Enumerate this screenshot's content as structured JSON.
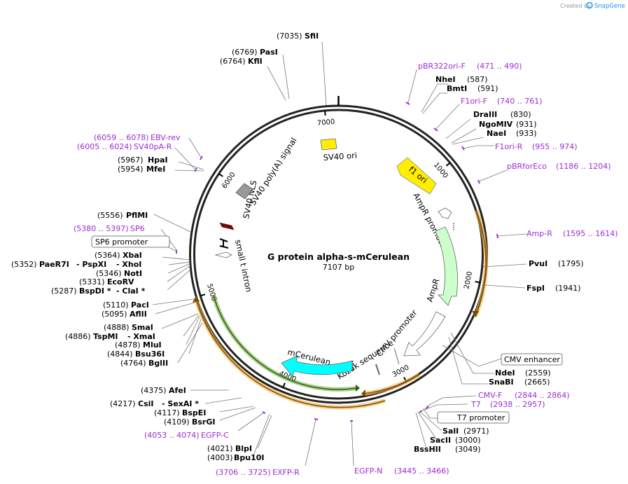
{
  "map": {
    "name": "G protein alpha-s-mCerulean",
    "length_label": "7107 bp",
    "total_bp": 7107,
    "credit_text": "Created by",
    "brand_text": "SnapGene"
  },
  "ticks": [
    {
      "bp": 1000,
      "label": "1000"
    },
    {
      "bp": 2000,
      "label": "2000"
    },
    {
      "bp": 3000,
      "label": "3000"
    },
    {
      "bp": 4000,
      "label": "4000"
    },
    {
      "bp": 5000,
      "label": "5000"
    },
    {
      "bp": 6000,
      "label": "6000"
    },
    {
      "bp": 7000,
      "label": "7000"
    }
  ],
  "features": {
    "sv40_ori": "SV40 ori",
    "f1_ori": "f1 ori",
    "ampr_promoter": "AmpR promoter",
    "ampr": "AmpR",
    "cmv_promoter": "CMV promoter",
    "kozak": "Kozak sequence",
    "mcerulean": "mCerulean",
    "small_t_intron": "small t intron",
    "sv40_nls": "SV40 NLS",
    "sv40_polya": "SV40 poly(A) signal"
  },
  "boxed_labels": {
    "sp6_promoter": "SP6 promoter",
    "cmv_enhancer": "CMV enhancer",
    "t7_promoter": "T7 promoter"
  },
  "sites": {
    "sfii": {
      "name": "SfiI",
      "pos": "(7035)"
    },
    "pasi": {
      "name": "PasI",
      "pos": "(6769)"
    },
    "kfli": {
      "name": "KflI",
      "pos": "(6764)"
    },
    "nhei": {
      "name": "NheI",
      "pos": "(587)"
    },
    "bmti": {
      "name": "BmtI",
      "pos": "(591)"
    },
    "draiii": {
      "name": "DraIII",
      "pos": "(830)"
    },
    "ngomiv": {
      "name": "NgoMIV",
      "pos": "(931)"
    },
    "naei": {
      "name": "NaeI",
      "pos": "(933)"
    },
    "pvui": {
      "name": "PvuI",
      "pos": "(1795)"
    },
    "fspi": {
      "name": "FspI",
      "pos": "(1941)"
    },
    "ndei": {
      "name": "NdeI",
      "pos": "(2559)"
    },
    "snabi": {
      "name": "SnaBI",
      "pos": "(2665)"
    },
    "sali": {
      "name": "SalI",
      "pos": "(2971)"
    },
    "sacii": {
      "name": "SacII",
      "pos": "(3000)"
    },
    "bsshii": {
      "name": "BssHII",
      "pos": "(3049)"
    },
    "blpi": {
      "name": "BlpI",
      "pos": "(4021)"
    },
    "bpu10i": {
      "name": "Bpu10I",
      "pos": "(4003)"
    },
    "bsrgi": {
      "name": "BsrGI",
      "pos": "(4109)"
    },
    "bspei": {
      "name": "BspEI",
      "pos": "(4117)"
    },
    "csii": {
      "name": "CsiI",
      "pos": "(4217)",
      "extra": "- SexAI *"
    },
    "afei": {
      "name": "AfeI",
      "pos": "(4375)"
    },
    "bglii": {
      "name": "BglII",
      "pos": "(4764)"
    },
    "bsu36i": {
      "name": "Bsu36I",
      "pos": "(4844)"
    },
    "mlui": {
      "name": "MluI",
      "pos": "(4878)"
    },
    "tspmi": {
      "name": "TspMI",
      "pos": "(4886)",
      "extra": "- XmaI"
    },
    "smai": {
      "name": "SmaI",
      "pos": "(4888)"
    },
    "aflii": {
      "name": "AflII",
      "pos": "(5095)"
    },
    "paci": {
      "name": "PacI",
      "pos": "(5110)"
    },
    "bspdi": {
      "name": "BspDI *",
      "pos": "(5287)",
      "extra": "- ClaI *"
    },
    "ecorv": {
      "name": "EcoRV",
      "pos": "(5331)"
    },
    "noti": {
      "name": "NotI",
      "pos": "(5346)"
    },
    "paer7i": {
      "name": "PaeR7I",
      "pos": "(5352)",
      "extra1": "- PspXI",
      "extra2": "- XhoI"
    },
    "xbai": {
      "name": "XbaI",
      "pos": "(5364)"
    },
    "pfimi": {
      "name": "PflMI",
      "pos": "(5556)"
    },
    "mfei": {
      "name": "MfeI",
      "pos": "(5954)"
    },
    "hpai": {
      "name": "HpaI",
      "pos": "(5967)"
    }
  },
  "primers": {
    "pbr322ori_f": {
      "name": "pBR322ori-F",
      "range": "(471 .. 490)"
    },
    "f1ori_f": {
      "name": "F1ori-F",
      "range": "(740 .. 761)"
    },
    "f1ori_r": {
      "name": "F1ori-R",
      "range": "(955 .. 974)"
    },
    "pbrforeco": {
      "name": "pBRforEco",
      "range": "(1186 .. 1204)"
    },
    "amp_r": {
      "name": "Amp-R",
      "range": "(1595 .. 1614)"
    },
    "cmv_f": {
      "name": "CMV-F",
      "range": "(2844 .. 2864)"
    },
    "t7": {
      "name": "T7",
      "range": "(2938 .. 2957)"
    },
    "egfp_n": {
      "name": "EGFP-N",
      "range": "(3445 .. 3466)"
    },
    "exfp_r": {
      "name": "EXFP-R",
      "range": "(3706 .. 3725)"
    },
    "egfp_c": {
      "name": "EGFP-C",
      "range": "(4053 .. 4074)"
    },
    "sp6": {
      "name": "SP6",
      "range": "(5380 .. 5397)"
    },
    "sv40pa_r": {
      "name": "SV40pA-R",
      "range": "(6005 .. 6024)"
    },
    "ebv_rev": {
      "name": "EBV-rev",
      "range": "(6059 .. 6078)"
    }
  },
  "colors": {
    "primer": "#9d2bd6",
    "f1_ori": "#ffee00",
    "sv40_ori": "#ffee00",
    "ampr": "#ccffcc",
    "mcerulean": "#00ffff",
    "orf_orange": "#f5b041",
    "orf_green": "#5aa02c",
    "polya": "#999999",
    "nls": "#800000"
  }
}
